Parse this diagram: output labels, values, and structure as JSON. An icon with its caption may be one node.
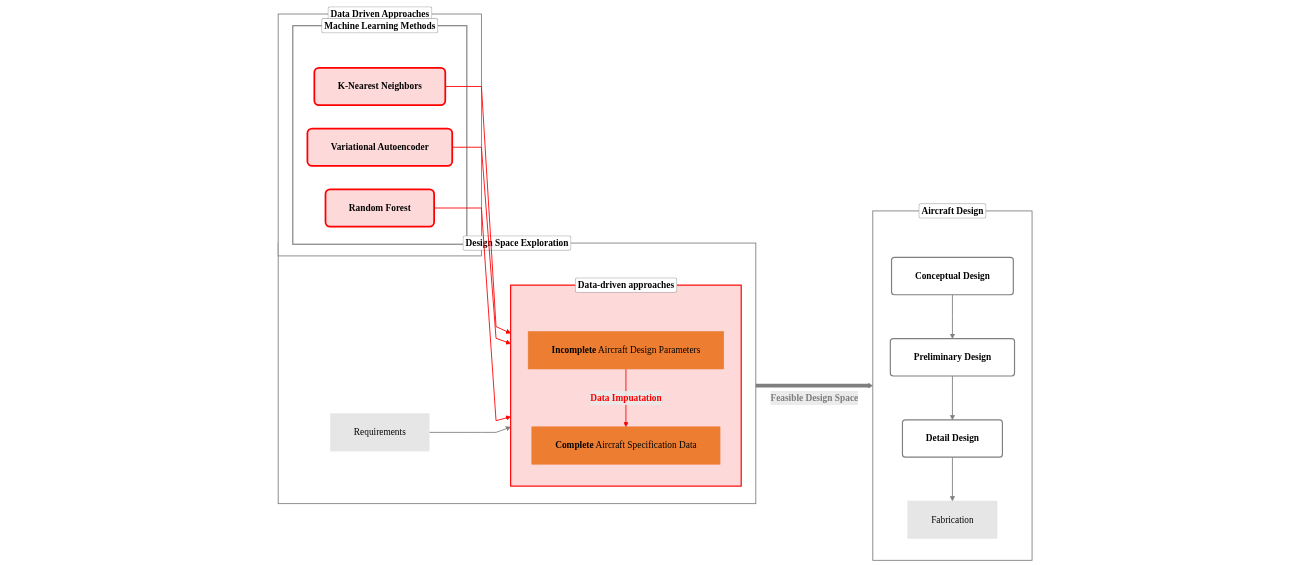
{
  "diagram": {
    "nodes": [
      {
        "text": [
          "Data Driven Approaches"
        ]
      },
      {
        "text": [
          "Machine Learning Methods"
        ],
        "in": 0
      },
      {
        "text": [
          "K-Nearest Neighbors"
        ],
        "in": 1
      },
      {
        "text": [
          "Variational Autoencoder"
        ],
        "in": 1
      },
      {
        "text": [
          "Random Forest"
        ],
        "in": 1
      },
      {
        "text": [
          "Design Space Exploration"
        ]
      },
      {
        "text": [
          "Requirements"
        ],
        "in": 5
      },
      {
        "text": [
          "Data-driven approaches"
        ],
        "in": 5
      },
      {
        "text": [
          "**Incomplete** Aircraft Design Parameters"
        ],
        "in": 7
      },
      {
        "text": [
          "**Complete** Aircraft Specification Data"
        ],
        "in": 7
      },
      {
        "text": [
          "Aircraft Design"
        ]
      },
      {
        "text": [
          "Conceptual Design"
        ],
        "in": 10
      },
      {
        "text": [
          "Preliminary Design"
        ],
        "in": 10
      },
      {
        "text": [
          "Detail Design"
        ],
        "in": 10
      },
      {
        "text": [
          "Fabrication"
        ],
        "in": 10
      }
    ],
    "edges": [
      {
        "from": 2,
        "to": 7,
        "arrow": "to",
        "color": "#ff0000"
      },
      {
        "from": 3,
        "to": 7,
        "arrow": "to",
        "color": "#ff0000"
      },
      {
        "from": 4,
        "to": 7,
        "arrow": "to",
        "color": "#ff0000"
      },
      {
        "from": 6,
        "to": 7,
        "arrow": "to"
      },
      {
        "from": 8,
        "to": 9,
        "arrow": "to",
        "label": "Data Impuatation",
        "color": "#ff0000"
      },
      {
        "from": 5,
        "to": 10,
        "arrow": "to",
        "label": "Feasible Design Space",
        "style": "thick"
      },
      {
        "from": 11,
        "to": 12,
        "arrow": "to"
      },
      {
        "from": 12,
        "to": 13,
        "arrow": "to"
      },
      {
        "from": 13,
        "to": 14,
        "arrow": "to"
      }
    ]
  }
}
